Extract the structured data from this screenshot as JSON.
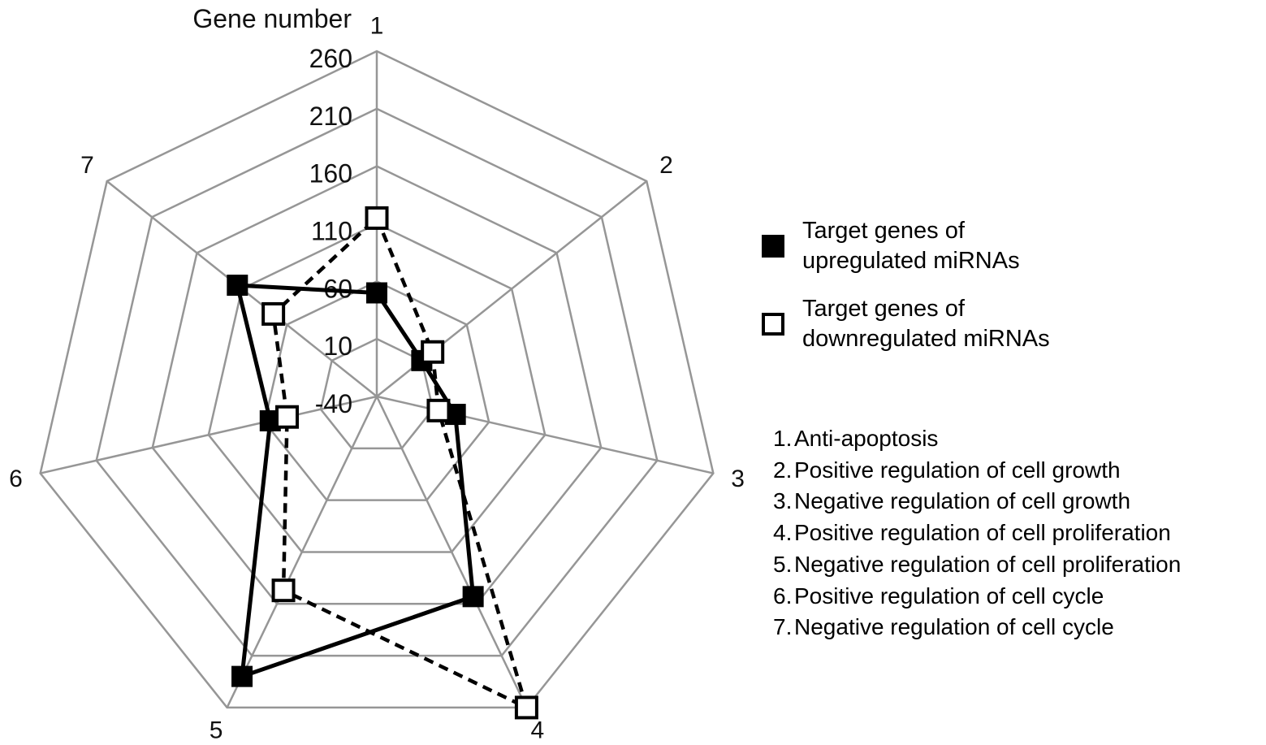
{
  "chart_data": {
    "type": "radar",
    "title": "Gene number",
    "axis_labels": [
      "1",
      "2",
      "3",
      "4",
      "5",
      "6",
      "7"
    ],
    "categories": [
      "Anti-apoptosis",
      "Positive regulation of cell growth",
      "Negative regulation of cell growth",
      "Positive regulation of cell proliferation",
      "Negative regulation of cell proliferation",
      "Positive regulation of cell cycle",
      "Negative regulation of cell cycle"
    ],
    "radial_ticks": [
      260,
      210,
      160,
      110,
      60,
      10,
      -40
    ],
    "rmin": -40,
    "rmax": 260,
    "grid_on": true,
    "grid_color": "#969696",
    "series_color": "#000000",
    "series": [
      {
        "name": "Target genes of upregulated miRNAs",
        "marker": "filled-square",
        "line": "solid",
        "values": [
          50,
          10,
          30,
          153,
          230,
          55,
          115
        ]
      },
      {
        "name": "Target genes of downregulated miRNAs",
        "marker": "open-square",
        "line": "dashed",
        "values": [
          115,
          22,
          15,
          260,
          147,
          40,
          75
        ]
      }
    ],
    "legend_position": "right"
  },
  "legend": {
    "items": [
      {
        "marker": "filled-square",
        "label": "Target genes of\nupregulated miRNAs"
      },
      {
        "marker": "open-square",
        "label": "Target genes of\ndownregulated miRNAs"
      }
    ]
  },
  "category_list": {
    "items": [
      {
        "num": "1.",
        "label": "Anti-apoptosis"
      },
      {
        "num": "2.",
        "label": "Positive regulation of cell growth"
      },
      {
        "num": "3.",
        "label": "Negative regulation of cell growth"
      },
      {
        "num": "4.",
        "label": "Positive regulation of cell proliferation"
      },
      {
        "num": "5.",
        "label": "Negative regulation of cell proliferation"
      },
      {
        "num": "6.",
        "label": "Positive regulation of cell cycle"
      },
      {
        "num": "7.",
        "label": "Negative regulation of cell cycle"
      }
    ]
  }
}
